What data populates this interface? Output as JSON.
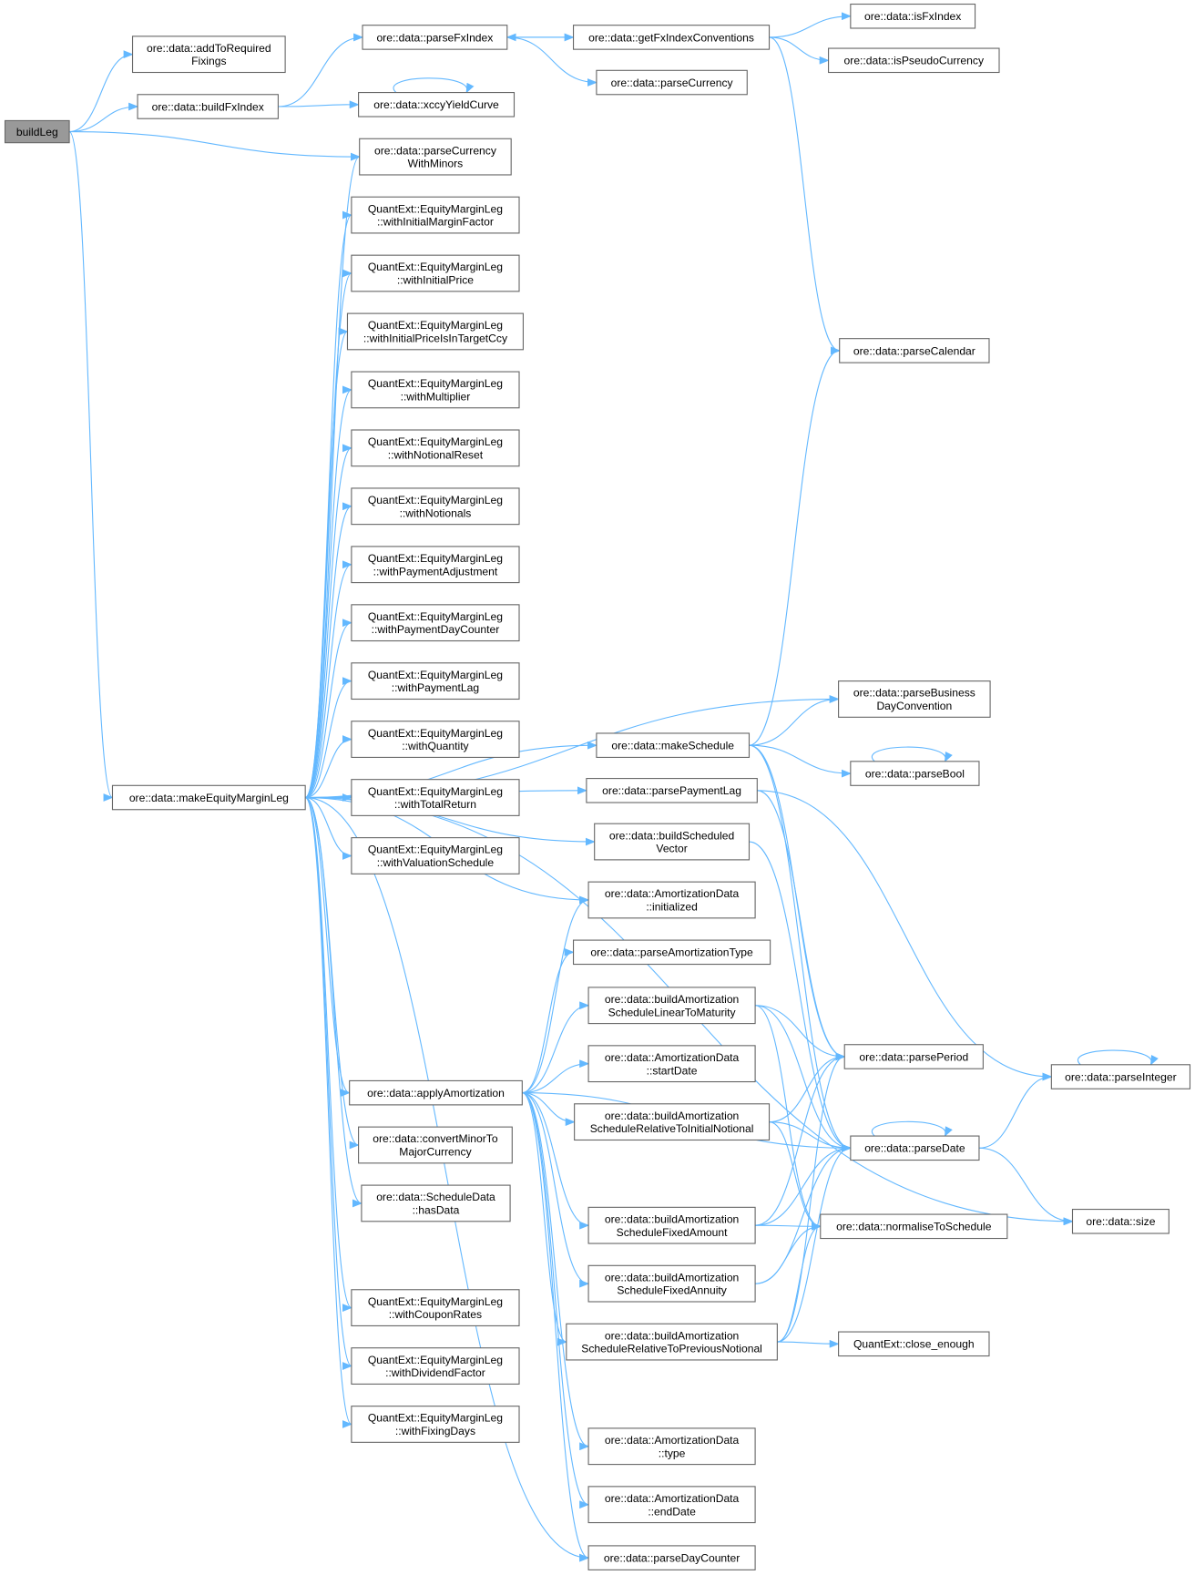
{
  "graph": {
    "title": "buildLeg call graph",
    "edge_color": "#63b8ff",
    "root_fill": "#999999",
    "nodes": [
      {
        "id": "buildLeg",
        "lines": [
          "buildLeg"
        ]
      },
      {
        "id": "addToRequiredFixings",
        "lines": [
          "ore::data::addToRequired",
          "Fixings"
        ]
      },
      {
        "id": "buildFxIndex",
        "lines": [
          "ore::data::buildFxIndex"
        ]
      },
      {
        "id": "parseFxIndex",
        "lines": [
          "ore::data::parseFxIndex"
        ]
      },
      {
        "id": "getFxIndexConventions",
        "lines": [
          "ore::data::getFxIndexConventions"
        ]
      },
      {
        "id": "isFxIndex",
        "lines": [
          "ore::data::isFxIndex"
        ]
      },
      {
        "id": "isPseudoCurrency",
        "lines": [
          "ore::data::isPseudoCurrency"
        ]
      },
      {
        "id": "parseCurrency",
        "lines": [
          "ore::data::parseCurrency"
        ]
      },
      {
        "id": "xccyYieldCurve",
        "lines": [
          "ore::data::xccyYieldCurve"
        ]
      },
      {
        "id": "parseCurrencyWithMinors",
        "lines": [
          "ore::data::parseCurrency",
          "WithMinors"
        ]
      },
      {
        "id": "withInitialMarginFactor",
        "lines": [
          "QuantExt::EquityMarginLeg",
          "::withInitialMarginFactor"
        ]
      },
      {
        "id": "withInitialPrice",
        "lines": [
          "QuantExt::EquityMarginLeg",
          "::withInitialPrice"
        ]
      },
      {
        "id": "withInitialPriceIsInTargetCcy",
        "lines": [
          "QuantExt::EquityMarginLeg",
          "::withInitialPriceIsInTargetCcy"
        ]
      },
      {
        "id": "withMultiplier",
        "lines": [
          "QuantExt::EquityMarginLeg",
          "::withMultiplier"
        ]
      },
      {
        "id": "withNotionalReset",
        "lines": [
          "QuantExt::EquityMarginLeg",
          "::withNotionalReset"
        ]
      },
      {
        "id": "withNotionals",
        "lines": [
          "QuantExt::EquityMarginLeg",
          "::withNotionals"
        ]
      },
      {
        "id": "withPaymentAdjustment",
        "lines": [
          "QuantExt::EquityMarginLeg",
          "::withPaymentAdjustment"
        ]
      },
      {
        "id": "withPaymentDayCounter",
        "lines": [
          "QuantExt::EquityMarginLeg",
          "::withPaymentDayCounter"
        ]
      },
      {
        "id": "withPaymentLag",
        "lines": [
          "QuantExt::EquityMarginLeg",
          "::withPaymentLag"
        ]
      },
      {
        "id": "withQuantity",
        "lines": [
          "QuantExt::EquityMarginLeg",
          "::withQuantity"
        ]
      },
      {
        "id": "withTotalReturn",
        "lines": [
          "QuantExt::EquityMarginLeg",
          "::withTotalReturn"
        ]
      },
      {
        "id": "withValuationSchedule",
        "lines": [
          "QuantExt::EquityMarginLeg",
          "::withValuationSchedule"
        ]
      },
      {
        "id": "makeEquityMarginLeg",
        "lines": [
          "ore::data::makeEquityMarginLeg"
        ]
      },
      {
        "id": "parseCalendar",
        "lines": [
          "ore::data::parseCalendar"
        ]
      },
      {
        "id": "parseBusinessDayConvention",
        "lines": [
          "ore::data::parseBusiness",
          "DayConvention"
        ]
      },
      {
        "id": "makeSchedule",
        "lines": [
          "ore::data::makeSchedule"
        ]
      },
      {
        "id": "parseBool",
        "lines": [
          "ore::data::parseBool"
        ]
      },
      {
        "id": "parsePaymentLag",
        "lines": [
          "ore::data::parsePaymentLag"
        ]
      },
      {
        "id": "buildScheduledVector",
        "lines": [
          "ore::data::buildScheduled",
          "Vector"
        ]
      },
      {
        "id": "amortInitialized",
        "lines": [
          "ore::data::AmortizationData",
          "::initialized"
        ]
      },
      {
        "id": "parseAmortizationType",
        "lines": [
          "ore::data::parseAmortizationType"
        ]
      },
      {
        "id": "linearToMaturity",
        "lines": [
          "ore::data::buildAmortization",
          "ScheduleLinearToMaturity"
        ]
      },
      {
        "id": "amortStartDate",
        "lines": [
          "ore::data::AmortizationData",
          "::startDate"
        ]
      },
      {
        "id": "applyAmortization",
        "lines": [
          "ore::data::applyAmortization"
        ]
      },
      {
        "id": "relativeToInitial",
        "lines": [
          "ore::data::buildAmortization",
          "ScheduleRelativeToInitialNotional"
        ]
      },
      {
        "id": "convertMinorToMajor",
        "lines": [
          "ore::data::convertMinorTo",
          "MajorCurrency"
        ]
      },
      {
        "id": "hasData",
        "lines": [
          "ore::data::ScheduleData",
          "::hasData"
        ]
      },
      {
        "id": "parsePeriod",
        "lines": [
          "ore::data::parsePeriod"
        ]
      },
      {
        "id": "parseInteger",
        "lines": [
          "ore::data::parseInteger"
        ]
      },
      {
        "id": "parseDate",
        "lines": [
          "ore::data::parseDate"
        ]
      },
      {
        "id": "size",
        "lines": [
          "ore::data::size"
        ]
      },
      {
        "id": "normaliseToSchedule",
        "lines": [
          "ore::data::normaliseToSchedule"
        ]
      },
      {
        "id": "fixedAmount",
        "lines": [
          "ore::data::buildAmortization",
          "ScheduleFixedAmount"
        ]
      },
      {
        "id": "fixedAnnuity",
        "lines": [
          "ore::data::buildAmortization",
          "ScheduleFixedAnnuity"
        ]
      },
      {
        "id": "relativeToPrevious",
        "lines": [
          "ore::data::buildAmortization",
          "ScheduleRelativeToPreviousNotional"
        ]
      },
      {
        "id": "closeEnough",
        "lines": [
          "QuantExt::close_enough"
        ]
      },
      {
        "id": "withCouponRates",
        "lines": [
          "QuantExt::EquityMarginLeg",
          "::withCouponRates"
        ]
      },
      {
        "id": "withDividendFactor",
        "lines": [
          "QuantExt::EquityMarginLeg",
          "::withDividendFactor"
        ]
      },
      {
        "id": "withFixingDays",
        "lines": [
          "QuantExt::EquityMarginLeg",
          "::withFixingDays"
        ]
      },
      {
        "id": "amortType",
        "lines": [
          "ore::data::AmortizationData",
          "::type"
        ]
      },
      {
        "id": "amortEndDate",
        "lines": [
          "ore::data::AmortizationData",
          "::endDate"
        ]
      },
      {
        "id": "parseDayCounter",
        "lines": [
          "ore::data::parseDayCounter"
        ]
      }
    ],
    "edges": [
      [
        "buildLeg",
        "addToRequiredFixings"
      ],
      [
        "buildLeg",
        "buildFxIndex"
      ],
      [
        "buildLeg",
        "parseCurrencyWithMinors"
      ],
      [
        "buildLeg",
        "makeEquityMarginLeg"
      ],
      [
        "buildFxIndex",
        "parseFxIndex"
      ],
      [
        "buildFxIndex",
        "xccyYieldCurve"
      ],
      [
        "xccyYieldCurve",
        "xccyYieldCurve"
      ],
      [
        "parseFxIndex",
        "getFxIndexConventions"
      ],
      [
        "parseFxIndex",
        "parseCurrency"
      ],
      [
        "getFxIndexConventions",
        "parseFxIndex"
      ],
      [
        "getFxIndexConventions",
        "isFxIndex"
      ],
      [
        "getFxIndexConventions",
        "isPseudoCurrency"
      ],
      [
        "getFxIndexConventions",
        "parseCalendar"
      ],
      [
        "makeEquityMarginLeg",
        "parseCurrencyWithMinors"
      ],
      [
        "makeEquityMarginLeg",
        "withInitialMarginFactor"
      ],
      [
        "makeEquityMarginLeg",
        "withInitialPrice"
      ],
      [
        "makeEquityMarginLeg",
        "withInitialPriceIsInTargetCcy"
      ],
      [
        "makeEquityMarginLeg",
        "withMultiplier"
      ],
      [
        "makeEquityMarginLeg",
        "withNotionalReset"
      ],
      [
        "makeEquityMarginLeg",
        "withNotionals"
      ],
      [
        "makeEquityMarginLeg",
        "withPaymentAdjustment"
      ],
      [
        "makeEquityMarginLeg",
        "withPaymentDayCounter"
      ],
      [
        "makeEquityMarginLeg",
        "withPaymentLag"
      ],
      [
        "makeEquityMarginLeg",
        "withQuantity"
      ],
      [
        "makeEquityMarginLeg",
        "withTotalReturn"
      ],
      [
        "makeEquityMarginLeg",
        "withValuationSchedule"
      ],
      [
        "makeEquityMarginLeg",
        "parseBusinessDayConvention"
      ],
      [
        "makeEquityMarginLeg",
        "makeSchedule"
      ],
      [
        "makeEquityMarginLeg",
        "parsePaymentLag"
      ],
      [
        "makeEquityMarginLeg",
        "buildScheduledVector"
      ],
      [
        "makeEquityMarginLeg",
        "amortInitialized"
      ],
      [
        "makeEquityMarginLeg",
        "applyAmortization"
      ],
      [
        "makeEquityMarginLeg",
        "convertMinorToMajor"
      ],
      [
        "makeEquityMarginLeg",
        "hasData"
      ],
      [
        "makeEquityMarginLeg",
        "size"
      ],
      [
        "makeEquityMarginLeg",
        "withCouponRates"
      ],
      [
        "makeEquityMarginLeg",
        "withDividendFactor"
      ],
      [
        "makeEquityMarginLeg",
        "withFixingDays"
      ],
      [
        "makeEquityMarginLeg",
        "parseDayCounter"
      ],
      [
        "makeSchedule",
        "parseCalendar"
      ],
      [
        "makeSchedule",
        "parseBusinessDayConvention"
      ],
      [
        "makeSchedule",
        "parseBool"
      ],
      [
        "makeSchedule",
        "parsePeriod"
      ],
      [
        "makeSchedule",
        "parseDate"
      ],
      [
        "parseBool",
        "parseBool"
      ],
      [
        "parsePaymentLag",
        "parseInteger"
      ],
      [
        "parsePaymentLag",
        "parsePeriod"
      ],
      [
        "buildScheduledVector",
        "parseDate"
      ],
      [
        "applyAmortization",
        "amortInitialized"
      ],
      [
        "applyAmortization",
        "parseAmortizationType"
      ],
      [
        "applyAmortization",
        "linearToMaturity"
      ],
      [
        "applyAmortization",
        "amortStartDate"
      ],
      [
        "applyAmortization",
        "relativeToInitial"
      ],
      [
        "applyAmortization",
        "parseDate"
      ],
      [
        "applyAmortization",
        "fixedAmount"
      ],
      [
        "applyAmortization",
        "fixedAnnuity"
      ],
      [
        "applyAmortization",
        "relativeToPrevious"
      ],
      [
        "applyAmortization",
        "amortType"
      ],
      [
        "applyAmortization",
        "amortEndDate"
      ],
      [
        "applyAmortization",
        "parseDayCounter"
      ],
      [
        "linearToMaturity",
        "parsePeriod"
      ],
      [
        "linearToMaturity",
        "parseDate"
      ],
      [
        "linearToMaturity",
        "normaliseToSchedule"
      ],
      [
        "relativeToInitial",
        "parsePeriod"
      ],
      [
        "relativeToInitial",
        "parseDate"
      ],
      [
        "relativeToInitial",
        "normaliseToSchedule"
      ],
      [
        "fixedAmount",
        "parsePeriod"
      ],
      [
        "fixedAmount",
        "parseDate"
      ],
      [
        "fixedAmount",
        "normaliseToSchedule"
      ],
      [
        "fixedAnnuity",
        "parseDate"
      ],
      [
        "fixedAnnuity",
        "normaliseToSchedule"
      ],
      [
        "relativeToPrevious",
        "closeEnough"
      ],
      [
        "relativeToPrevious",
        "parseDate"
      ],
      [
        "relativeToPrevious",
        "normaliseToSchedule"
      ],
      [
        "relativeToPrevious",
        "parsePeriod"
      ],
      [
        "parseDate",
        "parseDate"
      ],
      [
        "parseDate",
        "parseInteger"
      ],
      [
        "parseDate",
        "size"
      ],
      [
        "parseInteger",
        "parseInteger"
      ]
    ]
  }
}
